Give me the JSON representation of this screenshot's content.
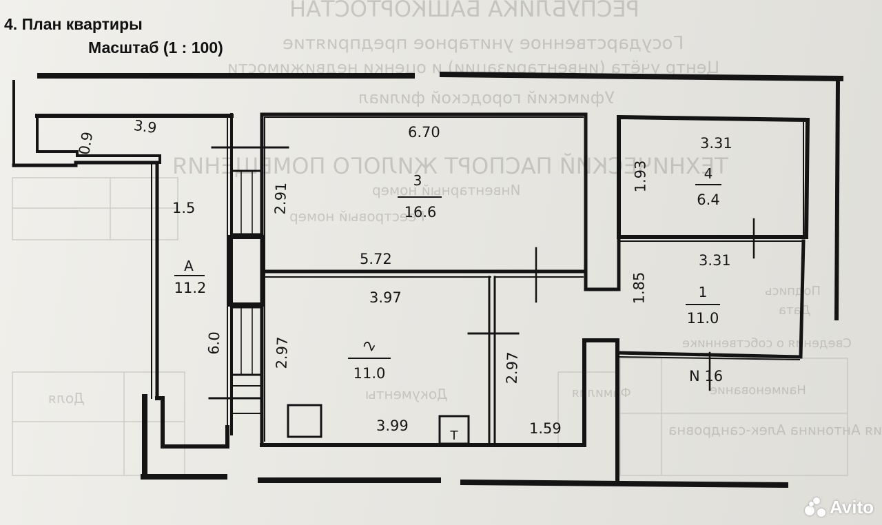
{
  "header": {
    "title": "4. План квартиры",
    "scale": "Масштаб (1 : 100)"
  },
  "bleed_text": [
    "РЕСПУБЛИКА БАШКОРТОСТАН",
    "Государственное унитарное предприятие",
    "Центр учёта (инвентаризации) и оценки недвижимости",
    "Уфимский городской филиал",
    "ТЕХНИЧЕСКИЙ ПАСПОРТ ЖИЛОГО ПОМЕЩЕНИЯ",
    "Реестровый номер",
    "Инвентарный номер",
    "Документы",
    "Фамилия",
    "Сведения о собственнике",
    "Наименование",
    "Дата",
    "Подпись",
    "Доля",
    "Фамилия Антонина Алек-сандровна"
  ],
  "rooms": [
    {
      "id": "room-3",
      "number": "3",
      "area": "16.6"
    },
    {
      "id": "room-4",
      "number": "4",
      "area": "6.4"
    },
    {
      "id": "room-1",
      "number": "1",
      "area": "11.0"
    },
    {
      "id": "room-2",
      "number": "2",
      "area": "11.0"
    },
    {
      "id": "room-a",
      "number": "А",
      "area": "11.2"
    }
  ],
  "dimensions": {
    "d_0_9": "0.9",
    "d_3_9": "3.9",
    "d_1_5": "1.5",
    "d_6_0": "6.0",
    "d_6_70": "6.70",
    "d_2_91": "2.91",
    "d_5_72": "5.72",
    "d_3_97": "3.97",
    "d_2_97_left": "2.97",
    "d_2_97_right": "2.97",
    "d_3_99": "3.99",
    "d_1_59": "1.59",
    "d_1_85": "1.85",
    "d_3_31_top": "3.31",
    "d_1_93": "1.93",
    "d_3_31_mid": "3.31"
  },
  "apartment_number": "N 16",
  "watermark": {
    "brand": "Avito",
    "color": "#ffffff"
  }
}
